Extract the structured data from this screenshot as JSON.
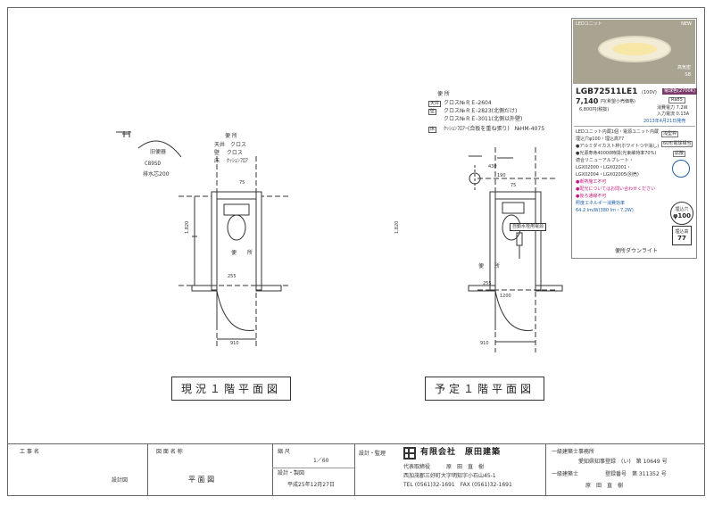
{
  "existing_plan": {
    "title": "現況１階平面図",
    "old_toilet_label": "旧便器",
    "old_toilet_model": "C89SD",
    "old_toilet_drain": "排水芯200",
    "finish_heading": "便 所",
    "finish_ceiling": "天井　クロス",
    "finish_wall": "壁　 クロス",
    "finish_floor": "床　 ｸｯｼｮﾝﾌﾛｱ",
    "room_label": "便　所",
    "dim_width": "910",
    "dim_height": "1,820",
    "dim_small": "255",
    "dim_top": "75"
  },
  "planned_plan": {
    "title": "予定１階平面図",
    "heading": "便 所",
    "line1_tag": "天井",
    "line1": "クロス№ＲＥ-2604",
    "line2_tag": "壁",
    "line2": "クロス№ＲＥ-2823(北側だけ)",
    "line3": "クロス№ＲＥ-3011(北側以外壁)",
    "line4_tag": "床",
    "line4": "ｸｯｼｮﾝﾌﾛｱｰ(合板を重ね張り)　№HM-4075",
    "room_label": "便　所",
    "auto_flush": "自動水栓用電源",
    "dim_width": "910",
    "dim_height": "1,820",
    "dim_430": "430",
    "dim_190": "190",
    "dim_1200": "1200",
    "dim_small": "255",
    "dim_top": "75"
  },
  "spec": {
    "category": "LEDユニット",
    "badge_new": "NEW",
    "high_airtight": "高気密",
    "sb": "SB",
    "model": "LGB72511LE1",
    "model_suffix": "(100V)",
    "price": "7,140",
    "price_note": "円(希望小売価格)",
    "price_tax": "6,800円(税抜)",
    "color_temp": "電球色(2700K)",
    "ra": "Ra85",
    "power": "消費電力 7.2W",
    "current": "入力電流 0.13A",
    "release": "2013年4月21日発売",
    "desc1": "LEDユニット内蔵1個・電源ユニット内蔵",
    "desc2": "埋込穴φ100・埋込高77",
    "desc3": "●アルミダイカスト枠(ホワイトつや消し)",
    "desc4": "●光源寿命40000時間(光束維持率70%)",
    "desc5": "適合リニューアルプレート・",
    "desc6": "LGX02000・LGX02001・",
    "desc7": "LGX02004・LGX02005(別売)",
    "desc8": "●断熱施工不可",
    "desc9": "●配光についてはお問い合わせください",
    "desc10": "●後ろ通線不可",
    "desc11": "照度エネルギー消費効率",
    "desc12": "64.2 lm/W(380 lm・7.2W)",
    "tag_dimmer": "浅型枠",
    "tag_class": "60形電球相当",
    "tag_ext": "拡散",
    "hole_label": "埋込穴",
    "hole_value": "φ100",
    "height_label": "埋込高",
    "height_value": "77",
    "room_caption": "便所ダウンライト"
  },
  "title_block": {
    "project_label": "工 事 名",
    "drawing_label": "図 面 名 称",
    "drawing_type": "設計図",
    "drawing_name": "平 面 図",
    "scale_label": "縮 尺",
    "scale_value": "1／60",
    "date_label": "設計・製図",
    "date_value": "平成25年12月27日",
    "design_label": "設計・監理",
    "company": "有限会社　原田建築",
    "rep_label": "代表取締役",
    "rep_name": "原　田　直　樹",
    "address": "西加茂郡三好町大字明知字小石山45-1",
    "tel": "TEL (0561)32-1691　FAX (0561)32-1691",
    "license_label": "一級建築士事務所",
    "license_value": "愛知県知事登録　(い)　第 10649 号",
    "architect_label": "一級建築士",
    "architect_reg": "登録番号　第 311352 号",
    "architect_name": "原　田　直　樹"
  },
  "colors": {
    "line": "#333333",
    "pink": "#c2187e",
    "blue": "#1e5fa8",
    "photo_bg": "#a9a491"
  }
}
